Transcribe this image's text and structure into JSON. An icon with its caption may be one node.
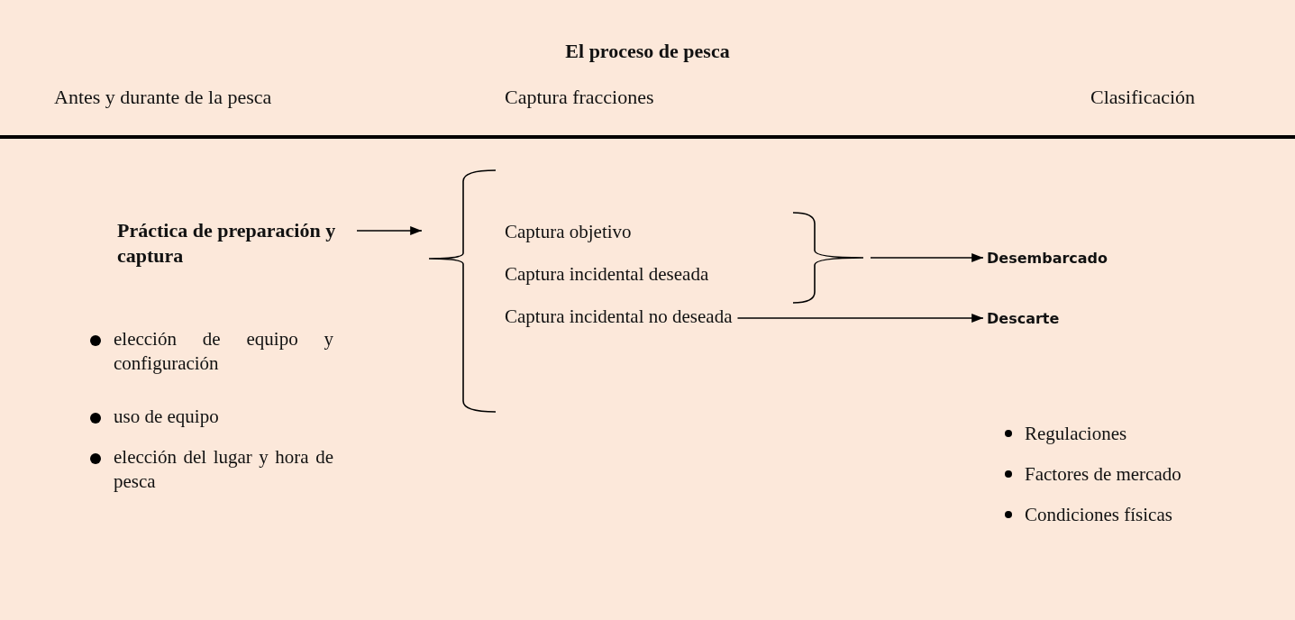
{
  "diagram": {
    "title": "El proceso de pesca",
    "nodes": [
      {
        "text": [
          "Práctica de preparación y captura"
        ]
      },
      {
        "text": [],
        "shape": "brace"
      },
      {
        "text": [
          "Captura objetivo"
        ]
      },
      {
        "text": [
          "Captura incidental deseada"
        ]
      },
      {
        "text": [
          "Captura incidental no deseada"
        ]
      },
      {
        "text": [],
        "shape": "brace"
      },
      {
        "text": [
          "Desembarcado"
        ]
      },
      {
        "text": [
          "Descarte"
        ]
      }
    ],
    "edges": [
      {
        "from": 0,
        "to": 1,
        "arrow": "to"
      },
      {
        "from": 5,
        "to": 6,
        "arrow": "to"
      },
      {
        "from": 4,
        "to": 7,
        "arrow": "to"
      }
    ],
    "labels": [
      "Antes y durante de la pesca",
      "Captura fracciones",
      "Clasificación",
      "elección de equipo y configuración",
      "uso de equipo",
      "elección del lugar y hora de pesca",
      "Regulaciones",
      "Factores de mercado",
      "Condiciones físicas"
    ]
  }
}
